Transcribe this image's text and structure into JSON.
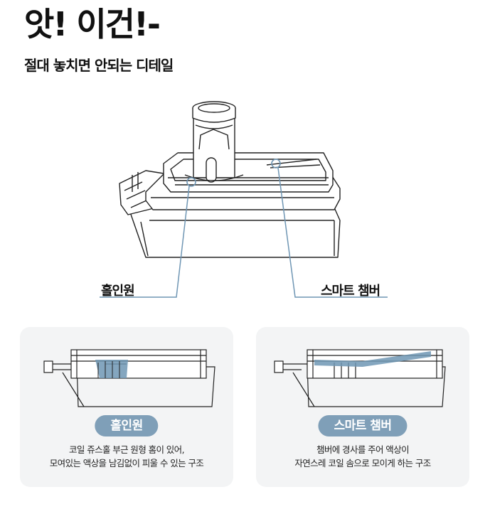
{
  "header": {
    "title": "앗! 이건!-",
    "subtitle": "절대 놓치면 안되는 디테일"
  },
  "callouts": {
    "hole": "홀인원",
    "chamber": "스마트 챔버"
  },
  "cards": [
    {
      "pill": "홀인원",
      "lines": [
        "코일 쥬스홀 부근 원형 홈이 있어,",
        "모여있는 액상을 남김없이 피울 수 있는 구조"
      ]
    },
    {
      "pill": "스마트 챔버",
      "lines": [
        "챔버에 경사를 주어 액상이",
        "자연스레 코일 솜으로 모이게 하는 구조"
      ]
    }
  ],
  "colors": {
    "accent": "#7f9fb8",
    "highlight": "#6f96b4",
    "line": "#222222",
    "card_bg": "#f3f4f5"
  }
}
